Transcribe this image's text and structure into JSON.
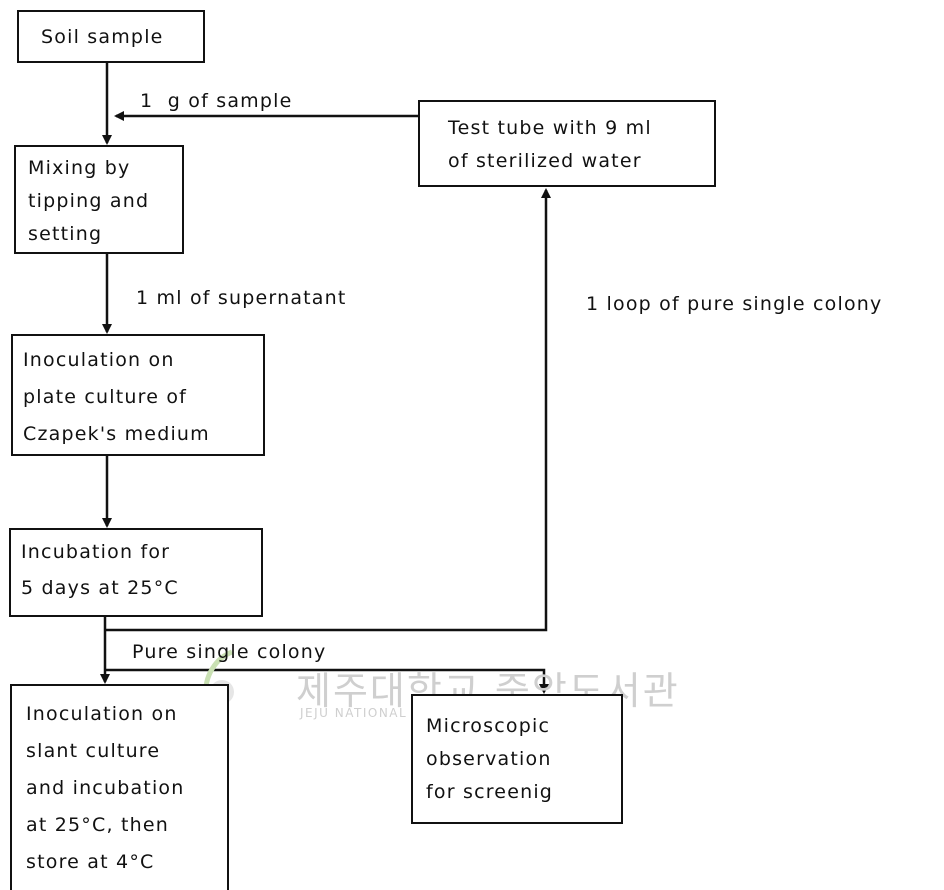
{
  "boxes": {
    "soil": "Soil sample",
    "mixing": "Mixing by\ntipping and\nsetting",
    "test_tube": "Test tube with 9 ml\nof sterilized water",
    "inoc_plate": "Inoculation on\nplate culture of\nCzapek's medium",
    "incubation": "Incubation for\n5 days at 25°C",
    "inoc_slant": "Inoculation on\nslant culture\nand incubation\nat 25°C, then\nstore at 4°C",
    "microscopic": "Microscopic\nobservation\nfor screenig"
  },
  "labels": {
    "sample": "1  g of sample",
    "supernatant": "1 ml of supernatant",
    "loop": "1 loop of pure single colony",
    "pure_colony": "Pure single colony"
  },
  "watermark": {
    "korean": "제주대학교 중앙도서관",
    "english": "JEJU NATIONAL UNIVERSITY LIBRARY"
  }
}
